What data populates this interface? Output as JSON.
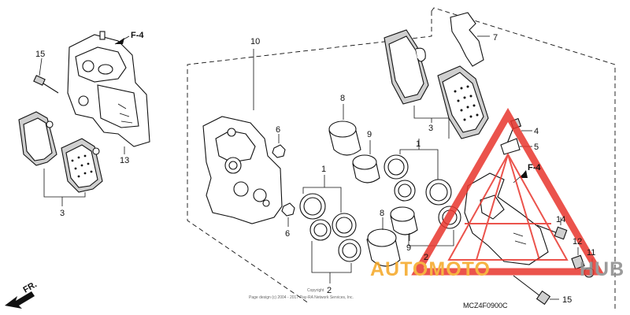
{
  "callouts": {
    "c15_top": "15",
    "f4_top": "F-4",
    "c13": "13",
    "c3_left": "3",
    "c10": "10",
    "c8_top": "8",
    "c8_bottom": "8",
    "c6_top": "6",
    "c6_bottom": "6",
    "c9_top": "9",
    "c9_bottom": "9",
    "c1_left": "1",
    "c1_right": "1",
    "c2_left": "2",
    "c2_right": "2",
    "c7": "7",
    "c3_right": "3",
    "c4": "4",
    "c5": "5",
    "f4_right": "F-4",
    "c14": "14",
    "c12": "12",
    "c11": "11",
    "c15_bottom": "15",
    "fr": "FR."
  },
  "figure_code": "MCZ4F0900C",
  "copyright_lines": [
    "Copyright",
    "Page design (c) 2004 - 2017 Ray-RA Network Services, Inc."
  ],
  "watermark": {
    "brand_orange": "AUTOMOTO",
    "brand_gray": "HUB",
    "color_red": "#e8362d",
    "color_orange": "#f5a623",
    "color_gray": "#8a8a8a"
  }
}
